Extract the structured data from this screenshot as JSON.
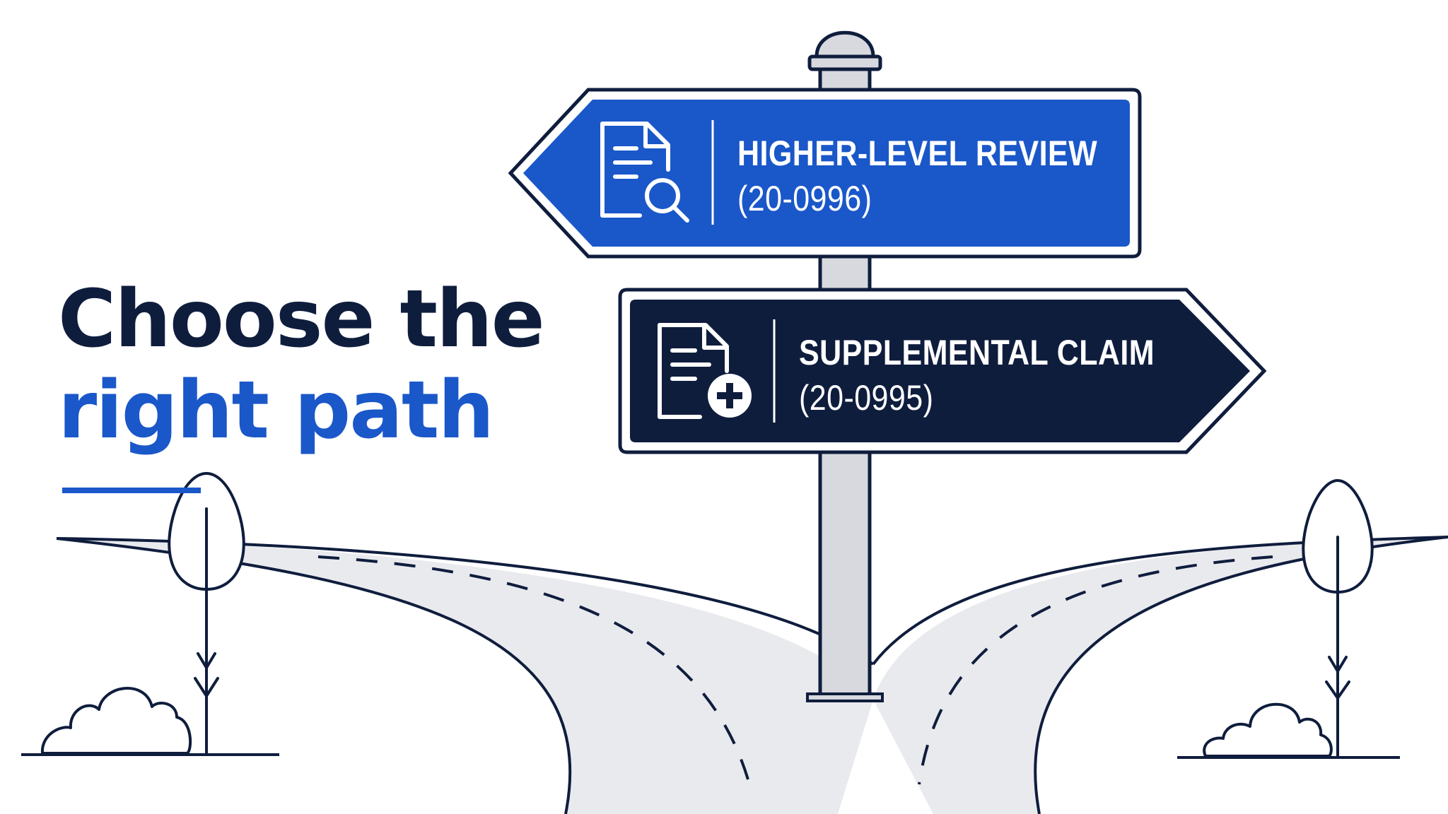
{
  "headline": {
    "line1": "Choose the",
    "line2": "right path"
  },
  "signs": [
    {
      "title": "HIGHER-LEVEL REVIEW",
      "code": "(20-0996)",
      "direction": "left",
      "icon": "document-search-icon",
      "color": "#1a57c9"
    },
    {
      "title": "SUPPLEMENTAL CLAIM",
      "code": "(20-0995)",
      "direction": "right",
      "icon": "document-add-icon",
      "color": "#0f1d3d"
    }
  ],
  "colors": {
    "navy": "#0f1d3d",
    "blue": "#1a57c9",
    "road": "#e9eaee",
    "pole": "#d7d9de"
  }
}
